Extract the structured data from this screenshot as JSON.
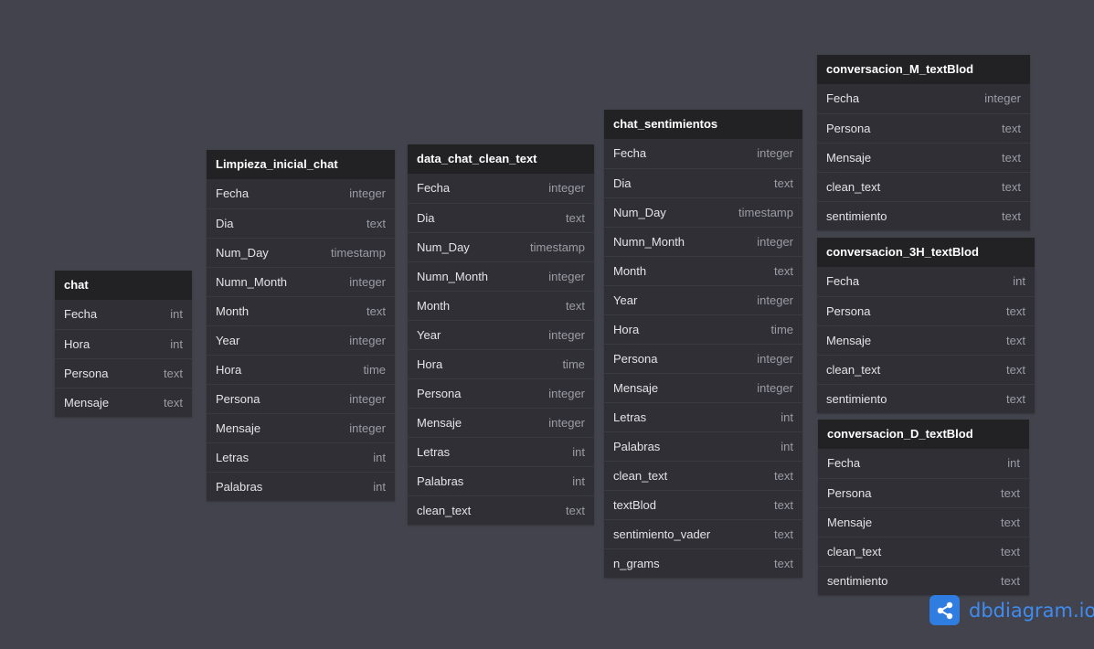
{
  "tables": [
    {
      "name": "chat",
      "fields": [
        {
          "name": "Fecha",
          "type": "int"
        },
        {
          "name": "Hora",
          "type": "int"
        },
        {
          "name": "Persona",
          "type": "text"
        },
        {
          "name": "Mensaje",
          "type": "text"
        }
      ]
    },
    {
      "name": "Limpieza_inicial_chat",
      "fields": [
        {
          "name": "Fecha",
          "type": "integer"
        },
        {
          "name": "Dia",
          "type": "text"
        },
        {
          "name": "Num_Day",
          "type": "timestamp"
        },
        {
          "name": "Numn_Month",
          "type": "integer"
        },
        {
          "name": "Month",
          "type": "text"
        },
        {
          "name": "Year",
          "type": "integer"
        },
        {
          "name": "Hora",
          "type": "time"
        },
        {
          "name": "Persona",
          "type": "integer"
        },
        {
          "name": "Mensaje",
          "type": "integer"
        },
        {
          "name": "Letras",
          "type": "int"
        },
        {
          "name": "Palabras",
          "type": "int"
        }
      ]
    },
    {
      "name": "data_chat_clean_text",
      "fields": [
        {
          "name": "Fecha",
          "type": "integer"
        },
        {
          "name": "Dia",
          "type": "text"
        },
        {
          "name": "Num_Day",
          "type": "timestamp"
        },
        {
          "name": "Numn_Month",
          "type": "integer"
        },
        {
          "name": "Month",
          "type": "text"
        },
        {
          "name": "Year",
          "type": "integer"
        },
        {
          "name": "Hora",
          "type": "time"
        },
        {
          "name": "Persona",
          "type": "integer"
        },
        {
          "name": "Mensaje",
          "type": "integer"
        },
        {
          "name": "Letras",
          "type": "int"
        },
        {
          "name": "Palabras",
          "type": "int"
        },
        {
          "name": "clean_text",
          "type": "text"
        }
      ]
    },
    {
      "name": "chat_sentimientos",
      "fields": [
        {
          "name": "Fecha",
          "type": "integer"
        },
        {
          "name": "Dia",
          "type": "text"
        },
        {
          "name": "Num_Day",
          "type": "timestamp"
        },
        {
          "name": "Numn_Month",
          "type": "integer"
        },
        {
          "name": "Month",
          "type": "text"
        },
        {
          "name": "Year",
          "type": "integer"
        },
        {
          "name": "Hora",
          "type": "time"
        },
        {
          "name": "Persona",
          "type": "integer"
        },
        {
          "name": "Mensaje",
          "type": "integer"
        },
        {
          "name": "Letras",
          "type": "int"
        },
        {
          "name": "Palabras",
          "type": "int"
        },
        {
          "name": "clean_text",
          "type": "text"
        },
        {
          "name": "textBlod",
          "type": "text"
        },
        {
          "name": "sentimiento_vader",
          "type": "text"
        },
        {
          "name": "n_grams",
          "type": "text"
        }
      ]
    },
    {
      "name": "conversacion_M_textBlod",
      "fields": [
        {
          "name": "Fecha",
          "type": "integer"
        },
        {
          "name": "Persona",
          "type": "text"
        },
        {
          "name": "Mensaje",
          "type": "text"
        },
        {
          "name": "clean_text",
          "type": "text"
        },
        {
          "name": "sentimiento",
          "type": "text"
        }
      ]
    },
    {
      "name": "conversacion_3H_textBlod",
      "fields": [
        {
          "name": "Fecha",
          "type": "int"
        },
        {
          "name": "Persona",
          "type": "text"
        },
        {
          "name": "Mensaje",
          "type": "text"
        },
        {
          "name": "clean_text",
          "type": "text"
        },
        {
          "name": "sentimiento",
          "type": "text"
        }
      ]
    },
    {
      "name": "conversacion_D_textBlod",
      "fields": [
        {
          "name": "Fecha",
          "type": "int"
        },
        {
          "name": "Persona",
          "type": "text"
        },
        {
          "name": "Mensaje",
          "type": "text"
        },
        {
          "name": "clean_text",
          "type": "text"
        },
        {
          "name": "sentimiento",
          "type": "text"
        }
      ]
    }
  ],
  "brand": {
    "name": "dbdiagram",
    "suffix": ".io",
    "icon": "share-nodes-icon"
  },
  "colors": {
    "canvas": "#43434d",
    "table_header": "#222225",
    "table_body": "#2f2f35",
    "brand": "#3f8cf0"
  }
}
